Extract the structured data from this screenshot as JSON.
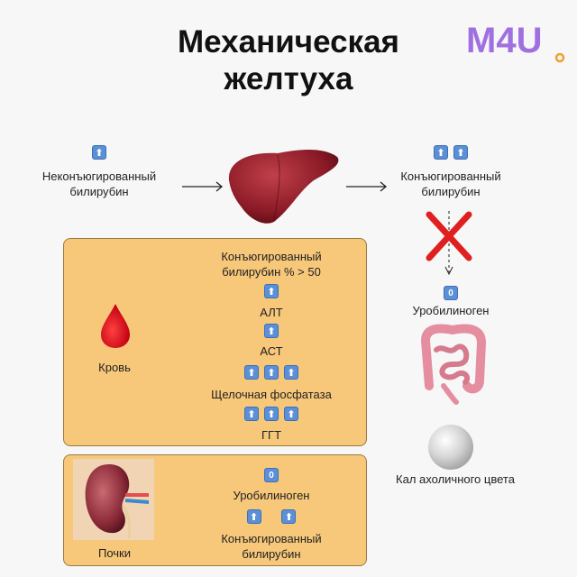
{
  "title_line1": "Механическая",
  "title_line2": "желтуха",
  "logo_text": "M4U",
  "colors": {
    "arrow_icon": "#5b8fd6",
    "panel": "#f7c77a",
    "cross": "#e02020",
    "logo": "#a070e0"
  },
  "top": {
    "left_label_1": "Неконъюгированный",
    "left_label_2": "билирубин",
    "right_label_1": "Конъюгированный",
    "right_label_2": "билирубин",
    "urobilinogen_value": "0",
    "urobilinogen_label": "Уробилиноген",
    "stool_label": "Кал ахоличного цвета"
  },
  "blood_panel": {
    "name": "Кровь",
    "conj_line1": "Конъюгированный",
    "conj_line2": "билирубин % > 50",
    "alt": "АЛТ",
    "ast": "АСТ",
    "alp": "Щелочная фосфатаза",
    "ggt": "ГГТ"
  },
  "kidney_panel": {
    "name": "Почки",
    "urobilinogen_value": "0",
    "urobilinogen_label": "Уробилиноген",
    "conj_line1": "Конъюгированный",
    "conj_line2": "билирубин"
  },
  "icons": {
    "up_arrow": "up-arrow-icon",
    "liver": "liver-icon",
    "blood_drop": "blood-drop-icon",
    "kidney": "kidney-icon",
    "intestine": "intestine-icon",
    "stool": "stool-icon",
    "cross": "cross-icon"
  }
}
